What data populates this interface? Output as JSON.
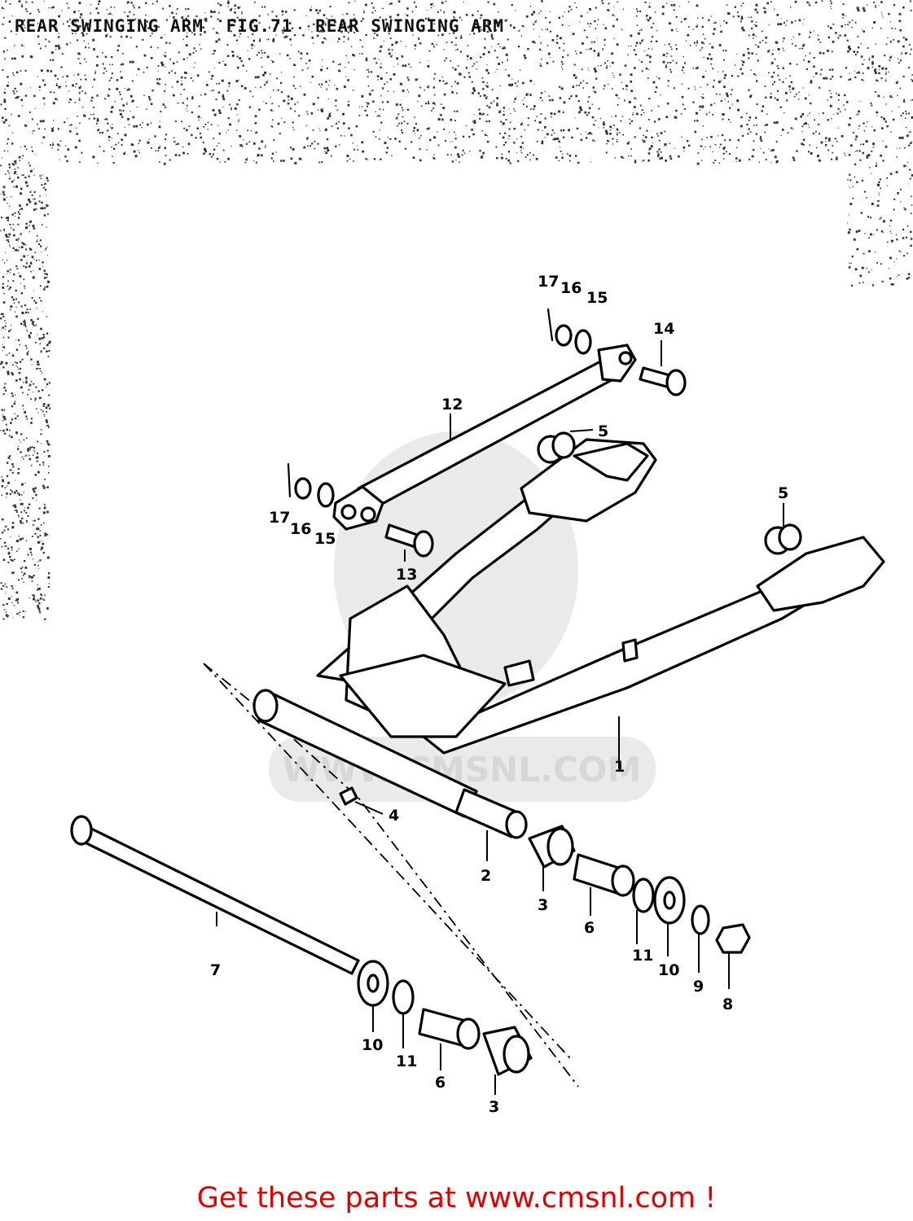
{
  "header": {
    "title_left": "REAR SWINGING ARM",
    "title_fig": "FIG.71",
    "title_right": "REAR SWINGING ARM"
  },
  "callouts": {
    "c1": "1",
    "c2": "2",
    "c3a": "3",
    "c3b": "3",
    "c4": "4",
    "c5a": "5",
    "c5b": "5",
    "c6a": "6",
    "c6b": "6",
    "c7": "7",
    "c8": "8",
    "c9": "9",
    "c10a": "10",
    "c10b": "10",
    "c11a": "11",
    "c11b": "11",
    "c12": "12",
    "c13": "13",
    "c14": "14",
    "c15a": "15",
    "c15b": "15",
    "c16a": "16",
    "c16b": "16",
    "c17a": "17",
    "c17b": "17"
  },
  "watermark": {
    "text": "WWW.CMSNL.COM"
  },
  "footer": {
    "text": "Get these parts at www.cmsnl.com !"
  },
  "colors": {
    "footer": "#e00000",
    "ink": "#000000"
  }
}
